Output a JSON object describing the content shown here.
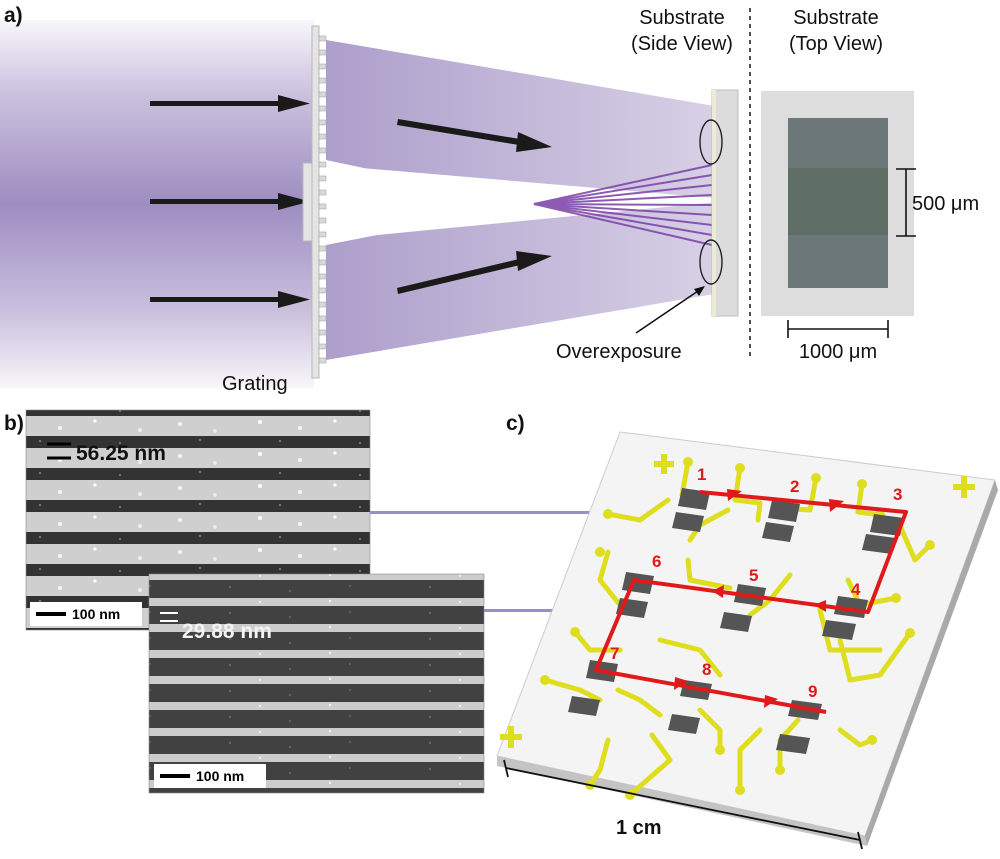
{
  "panels": {
    "a": "a)",
    "b": "b)",
    "c": "c)"
  },
  "panel_a": {
    "side_view_line1": "Substrate",
    "side_view_line2": "(Side View)",
    "top_view_line1": "Substrate",
    "top_view_line2": "(Top View)",
    "grating": "Grating",
    "overexposure": "Overexposure",
    "height_dim": "500 μm",
    "width_dim": "1000 μm"
  },
  "panel_b": {
    "image1_period": "56.25 nm",
    "image1_scale": "100 nm",
    "image2_period": "29.88 nm",
    "image2_scale": "100 nm"
  },
  "panel_c": {
    "device_numbers": [
      "1",
      "2",
      "3",
      "4",
      "5",
      "6",
      "7",
      "8",
      "9"
    ],
    "scale": "1 cm"
  },
  "colors": {
    "beam": "#6a4fa0",
    "trace": "#e01a1a",
    "electrode": "#dede1e",
    "pad": "#555555",
    "arrow": "#1a1a1a",
    "link": "#9c8cc8"
  }
}
